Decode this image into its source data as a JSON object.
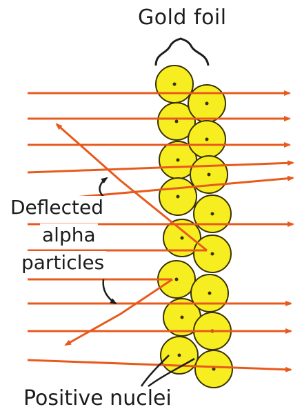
{
  "diagram": {
    "title": "Gold foil",
    "deflection_label": {
      "line1": "Deflected",
      "line2": "alpha",
      "line3": "particles"
    },
    "nuclei_label": "Positive nuclei"
  },
  "colors": {
    "beam": "#e8591c",
    "atom_fill": "#f7ee22",
    "atom_stroke": "#3a3000",
    "ink": "#1c1c1c"
  }
}
